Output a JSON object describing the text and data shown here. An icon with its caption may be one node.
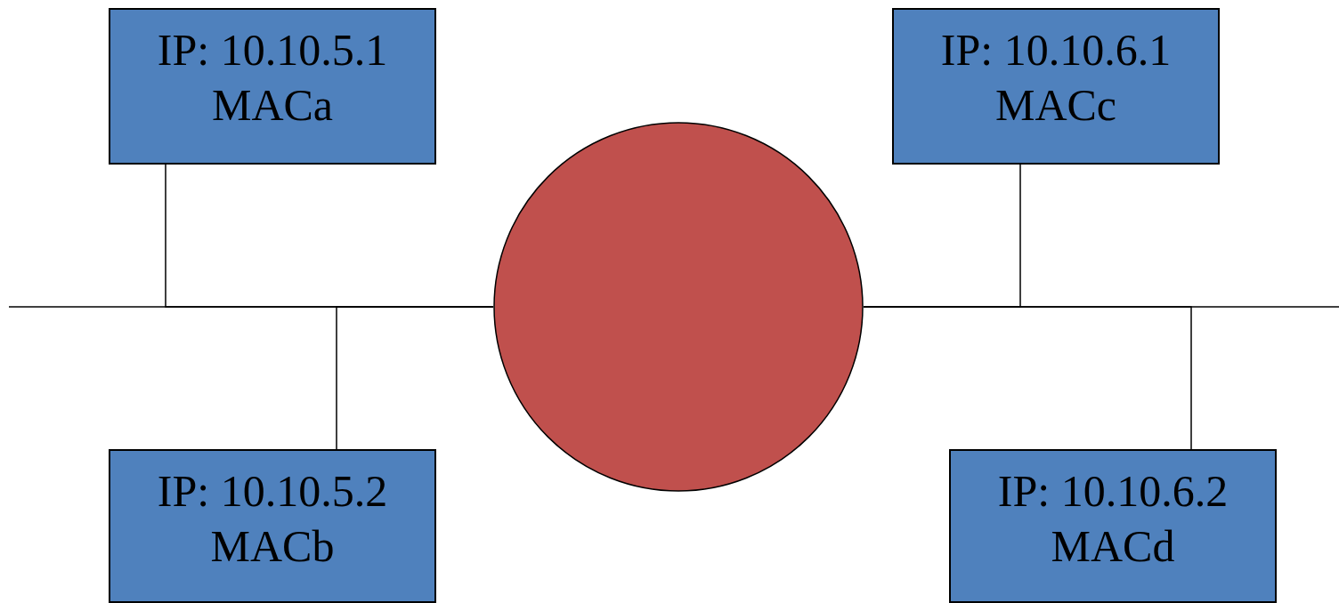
{
  "diagram": {
    "nodes": [
      {
        "text": [
          "IP: 10.10.5.1",
          "MACa"
        ]
      },
      {
        "text": [
          "IP: 10.10.5.2",
          "MACb"
        ]
      },
      {
        "text": [
          "IP: 10.10.6.1",
          "MACc"
        ]
      },
      {
        "text": [
          "IP: 10.10.6.2",
          "MACd"
        ]
      },
      {
        "text": [],
        "shape": "circle"
      }
    ],
    "edges": [
      {
        "from": 0,
        "to": 4,
        "arrow": "none"
      },
      {
        "from": 1,
        "to": 4,
        "arrow": "none"
      },
      {
        "from": 2,
        "to": 4,
        "arrow": "none"
      },
      {
        "from": 3,
        "to": 4,
        "arrow": "none"
      },
      {
        "from": null,
        "to": 4,
        "arrow": "none"
      },
      {
        "from": 4,
        "to": null,
        "arrow": "none"
      }
    ]
  }
}
